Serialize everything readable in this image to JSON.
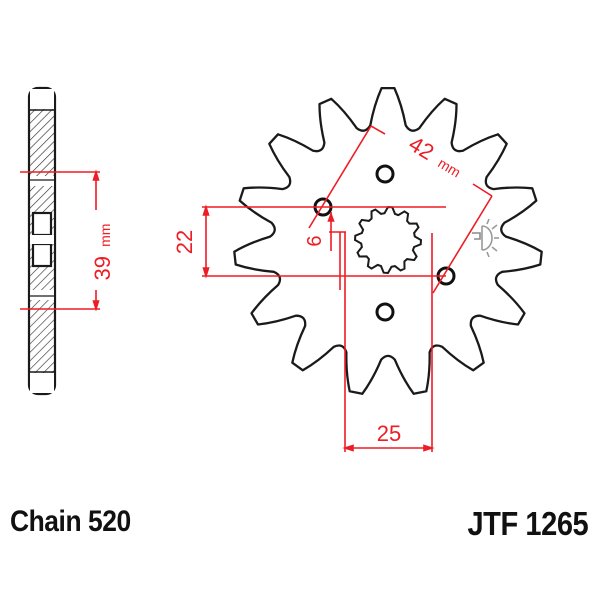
{
  "diagram": {
    "type": "front sprocket technical drawing",
    "teeth_count": 15,
    "colors": {
      "outline": "#1a1a1a",
      "dimension": "#ee1c24",
      "hatch": "#333333",
      "logo": "#9a9a9a"
    },
    "dimensions": {
      "side_width_value": "39",
      "side_width_unit": "mm",
      "bolt_circle_value": "42",
      "bolt_circle_unit": "mm",
      "hub_height": "22",
      "hole_diameter": "6",
      "hub_width": "25"
    }
  },
  "footer": {
    "chain_label": "Chain 520",
    "part_number": "JTF 1265"
  }
}
